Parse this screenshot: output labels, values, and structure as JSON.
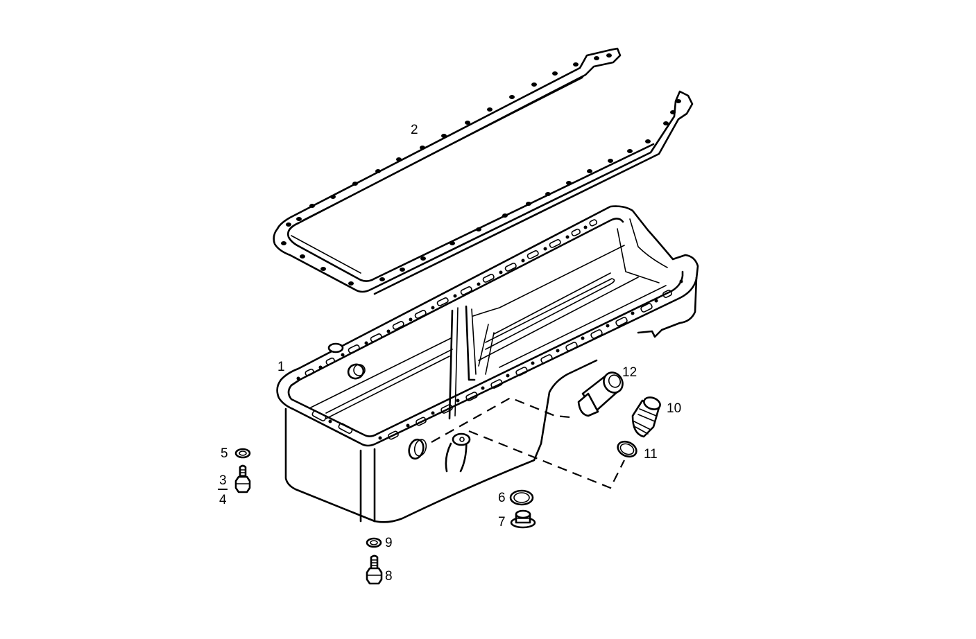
{
  "diagram": {
    "title": "Engine oil sump (oil pan) exploded view",
    "line_color": "#000000",
    "background": "#ffffff",
    "parts": [
      {
        "ref": "1",
        "name": "oil-sump",
        "label": "1"
      },
      {
        "ref": "2",
        "name": "sump-gasket",
        "label": "2"
      },
      {
        "ref": "3",
        "name": "screw",
        "label": "3"
      },
      {
        "ref": "4",
        "name": "screw-alt",
        "label": "4"
      },
      {
        "ref": "5",
        "name": "washer",
        "label": "5"
      },
      {
        "ref": "6",
        "name": "sealing-ring",
        "label": "6"
      },
      {
        "ref": "7",
        "name": "drain-plug",
        "label": "7"
      },
      {
        "ref": "8",
        "name": "screw",
        "label": "8"
      },
      {
        "ref": "9",
        "name": "washer",
        "label": "9"
      },
      {
        "ref": "10",
        "name": "plug-fitting",
        "label": "10"
      },
      {
        "ref": "11",
        "name": "sealing-ring",
        "label": "11"
      },
      {
        "ref": "12",
        "name": "adapter-fitting",
        "label": "12"
      }
    ]
  }
}
